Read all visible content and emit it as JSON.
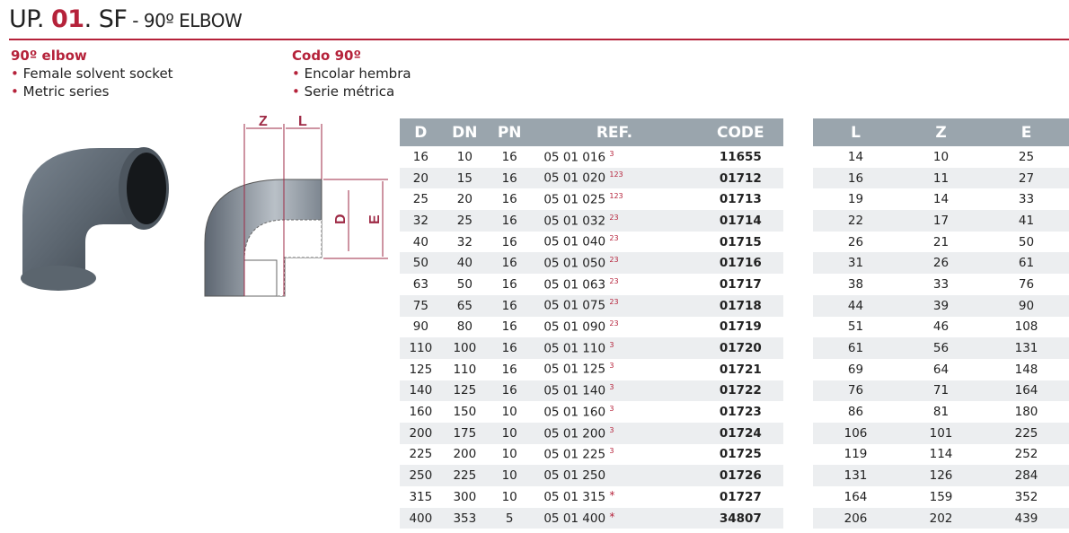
{
  "header": {
    "prefix": "UP. ",
    "number": "01",
    "suffix": ". SF",
    "subtitle": " - 90º ELBOW"
  },
  "english": {
    "heading": "90º elbow",
    "bullets": [
      "Female solvent socket",
      "Metric series"
    ]
  },
  "spanish": {
    "heading": "Codo 90º",
    "bullets": [
      "Encolar hembra",
      "Serie métrica"
    ]
  },
  "diagram": {
    "labels": {
      "z": "Z",
      "l": "L",
      "d": "D",
      "e": "E"
    }
  },
  "colors": {
    "accent": "#b5223a",
    "header_bg": "#9aa5ad",
    "stripe": "#eceef0"
  },
  "table1": {
    "headers": [
      "D",
      "DN",
      "PN",
      "REF.",
      "CODE"
    ],
    "rows": [
      [
        "16",
        "10",
        "16",
        "05 01 016",
        "3",
        "11655"
      ],
      [
        "20",
        "15",
        "16",
        "05 01 020",
        "123",
        "01712"
      ],
      [
        "25",
        "20",
        "16",
        "05 01 025",
        "123",
        "01713"
      ],
      [
        "32",
        "25",
        "16",
        "05 01 032",
        "23",
        "01714"
      ],
      [
        "40",
        "32",
        "16",
        "05 01 040",
        "23",
        "01715"
      ],
      [
        "50",
        "40",
        "16",
        "05 01 050",
        "23",
        "01716"
      ],
      [
        "63",
        "50",
        "16",
        "05 01 063",
        "23",
        "01717"
      ],
      [
        "75",
        "65",
        "16",
        "05 01 075",
        "23",
        "01718"
      ],
      [
        "90",
        "80",
        "16",
        "05 01 090",
        "23",
        "01719"
      ],
      [
        "110",
        "100",
        "16",
        "05 01 110",
        "3",
        "01720"
      ],
      [
        "125",
        "110",
        "16",
        "05 01 125",
        "3",
        "01721"
      ],
      [
        "140",
        "125",
        "16",
        "05 01 140",
        "3",
        "01722"
      ],
      [
        "160",
        "150",
        "10",
        "05 01 160",
        "3",
        "01723"
      ],
      [
        "200",
        "175",
        "10",
        "05 01 200",
        "3",
        "01724"
      ],
      [
        "225",
        "200",
        "10",
        "05 01 225",
        "3",
        "01725"
      ],
      [
        "250",
        "225",
        "10",
        "05 01 250",
        "",
        "01726"
      ],
      [
        "315",
        "300",
        "10",
        "05 01 315",
        "*",
        "01727"
      ],
      [
        "400",
        "353",
        "5",
        "05 01 400",
        "*",
        "34807"
      ]
    ]
  },
  "table2": {
    "headers": [
      "L",
      "Z",
      "E"
    ],
    "rows": [
      [
        "14",
        "10",
        "25"
      ],
      [
        "16",
        "11",
        "27"
      ],
      [
        "19",
        "14",
        "33"
      ],
      [
        "22",
        "17",
        "41"
      ],
      [
        "26",
        "21",
        "50"
      ],
      [
        "31",
        "26",
        "61"
      ],
      [
        "38",
        "33",
        "76"
      ],
      [
        "44",
        "39",
        "90"
      ],
      [
        "51",
        "46",
        "108"
      ],
      [
        "61",
        "56",
        "131"
      ],
      [
        "69",
        "64",
        "148"
      ],
      [
        "76",
        "71",
        "164"
      ],
      [
        "86",
        "81",
        "180"
      ],
      [
        "106",
        "101",
        "225"
      ],
      [
        "119",
        "114",
        "252"
      ],
      [
        "131",
        "126",
        "284"
      ],
      [
        "164",
        "159",
        "352"
      ],
      [
        "206",
        "202",
        "439"
      ]
    ]
  }
}
